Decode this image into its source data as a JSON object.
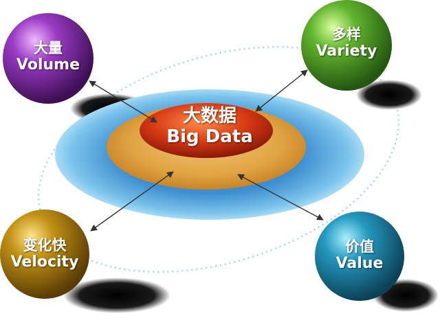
{
  "center": {
    "zh": "大数据",
    "en": "Big Data"
  },
  "nodes": [
    {
      "id": "volume",
      "zh": "大量",
      "en": "Volume",
      "color": "#7b2a9c"
    },
    {
      "id": "variety",
      "zh": "多样",
      "en": "Variety",
      "color": "#5aa82a"
    },
    {
      "id": "velocity",
      "zh": "变化快",
      "en": "Velocity",
      "color": "#b3860f"
    },
    {
      "id": "value",
      "zh": "价值",
      "en": "Value",
      "color": "#1f8eb0"
    }
  ],
  "colors": {
    "outer_ring": "#3f8fd0",
    "middle_ring": "#e0a341",
    "inner_core": "#c8301a",
    "orbit": "#a8dcec",
    "arrow": "#333333"
  }
}
